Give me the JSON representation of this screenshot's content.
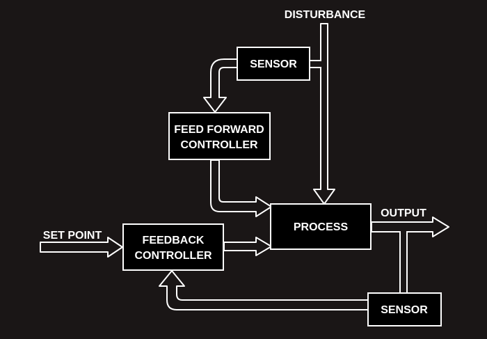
{
  "diagram": {
    "labels": {
      "disturbance": "DISTURBANCE",
      "set_point": "SET POINT",
      "output": "OUTPUT"
    },
    "blocks": {
      "sensor_top": "SENSOR",
      "feed_forward": [
        "FEED FORWARD",
        "CONTROLLER"
      ],
      "process": "PROCESS",
      "feedback": [
        "FEEDBACK",
        "CONTROLLER"
      ],
      "sensor_bottom": "SENSOR"
    },
    "colors": {
      "background": "#1a1616",
      "foreground": "#ffffff",
      "block_fill": "#000000"
    }
  }
}
